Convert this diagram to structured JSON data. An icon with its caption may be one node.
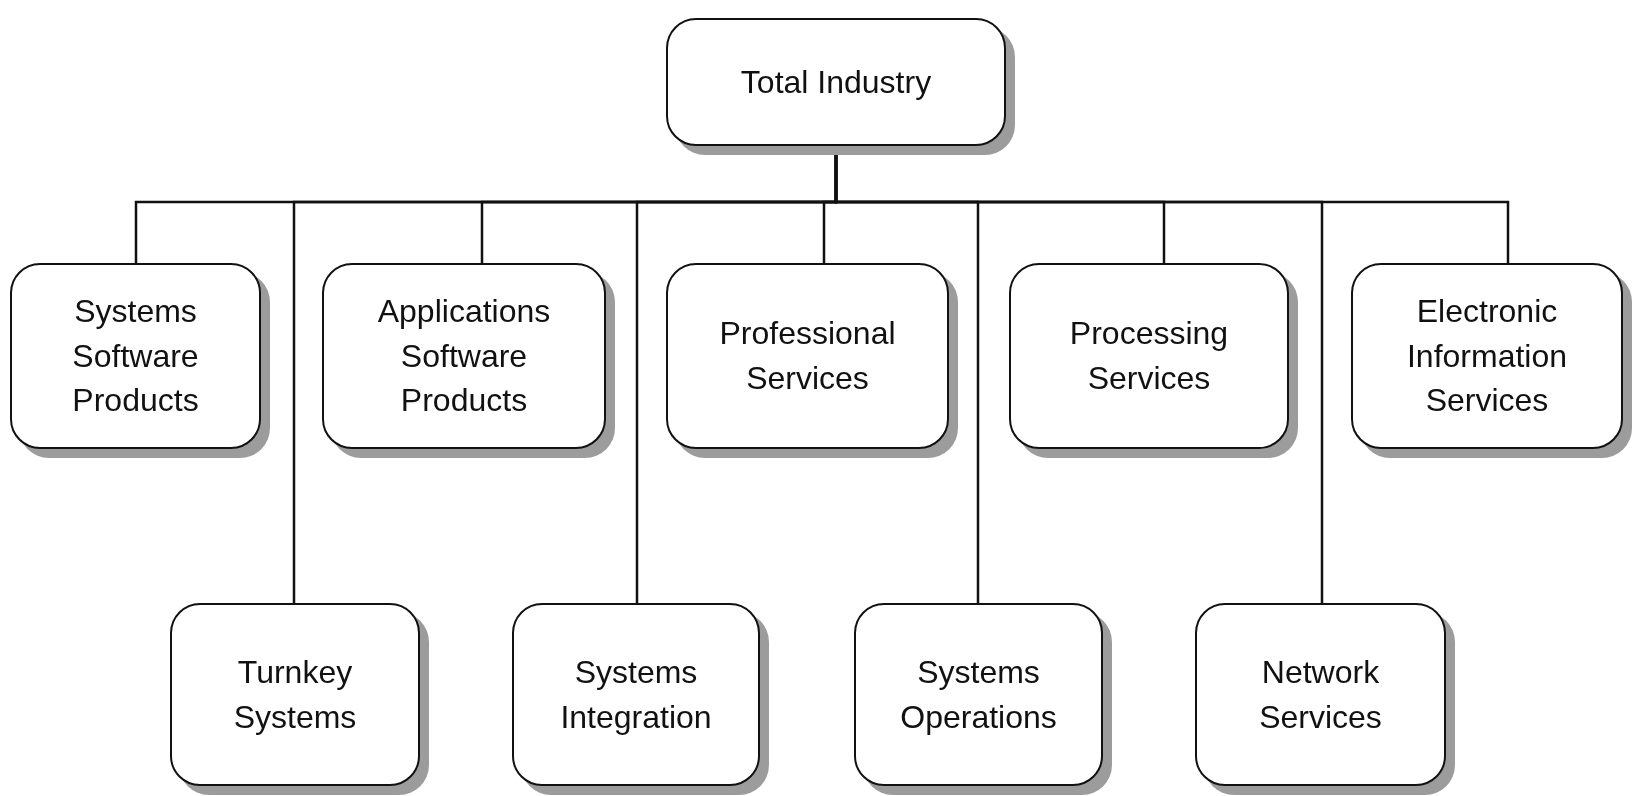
{
  "diagram": {
    "nodes": [
      {
        "text": [
          "Total Industry"
        ]
      },
      {
        "text": [
          "Systems Software Products"
        ]
      },
      {
        "text": [
          "Applications Software Products"
        ]
      },
      {
        "text": [
          "Professional Services"
        ]
      },
      {
        "text": [
          "Processing Services"
        ]
      },
      {
        "text": [
          "Electronic Information Services"
        ]
      },
      {
        "text": [
          "Turnkey Systems"
        ]
      },
      {
        "text": [
          "Systems Integration"
        ]
      },
      {
        "text": [
          "Systems Operations"
        ]
      },
      {
        "text": [
          "Network Services"
        ]
      }
    ],
    "edges": [
      {
        "from": 0,
        "to": 1,
        "arrow": "none"
      },
      {
        "from": 0,
        "to": 2,
        "arrow": "none"
      },
      {
        "from": 0,
        "to": 3,
        "arrow": "none"
      },
      {
        "from": 0,
        "to": 4,
        "arrow": "none"
      },
      {
        "from": 0,
        "to": 5,
        "arrow": "none"
      },
      {
        "from": 0,
        "to": 6,
        "arrow": "none"
      },
      {
        "from": 0,
        "to": 7,
        "arrow": "none"
      },
      {
        "from": 0,
        "to": 8,
        "arrow": "none"
      },
      {
        "from": 0,
        "to": 9,
        "arrow": "none"
      }
    ]
  }
}
